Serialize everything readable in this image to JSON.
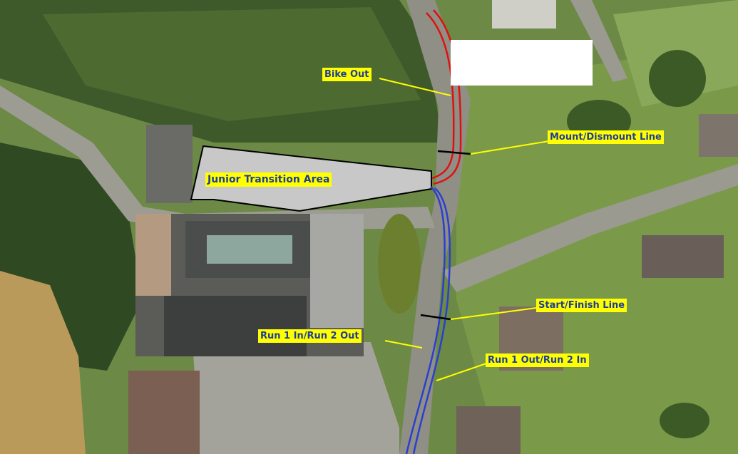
{
  "map": {
    "labels": {
      "bike_out": "Bike Out",
      "mount_dismount": "Mount/Dismount Line",
      "junior_transition": "Junior Transition Area",
      "start_finish": "Start/Finish Line",
      "run1in_run2out": "Run 1 In/Run 2 Out",
      "run1out_run2in": "Run 1 Out/Run 2 In"
    },
    "colors": {
      "label_background": "#ffff00",
      "label_text": "#1f3d9a",
      "bike_route": "#e01010",
      "run_route": "#2a3fd0",
      "leader_line": "#ffff00",
      "transition_area": "#c8c8c8"
    }
  }
}
